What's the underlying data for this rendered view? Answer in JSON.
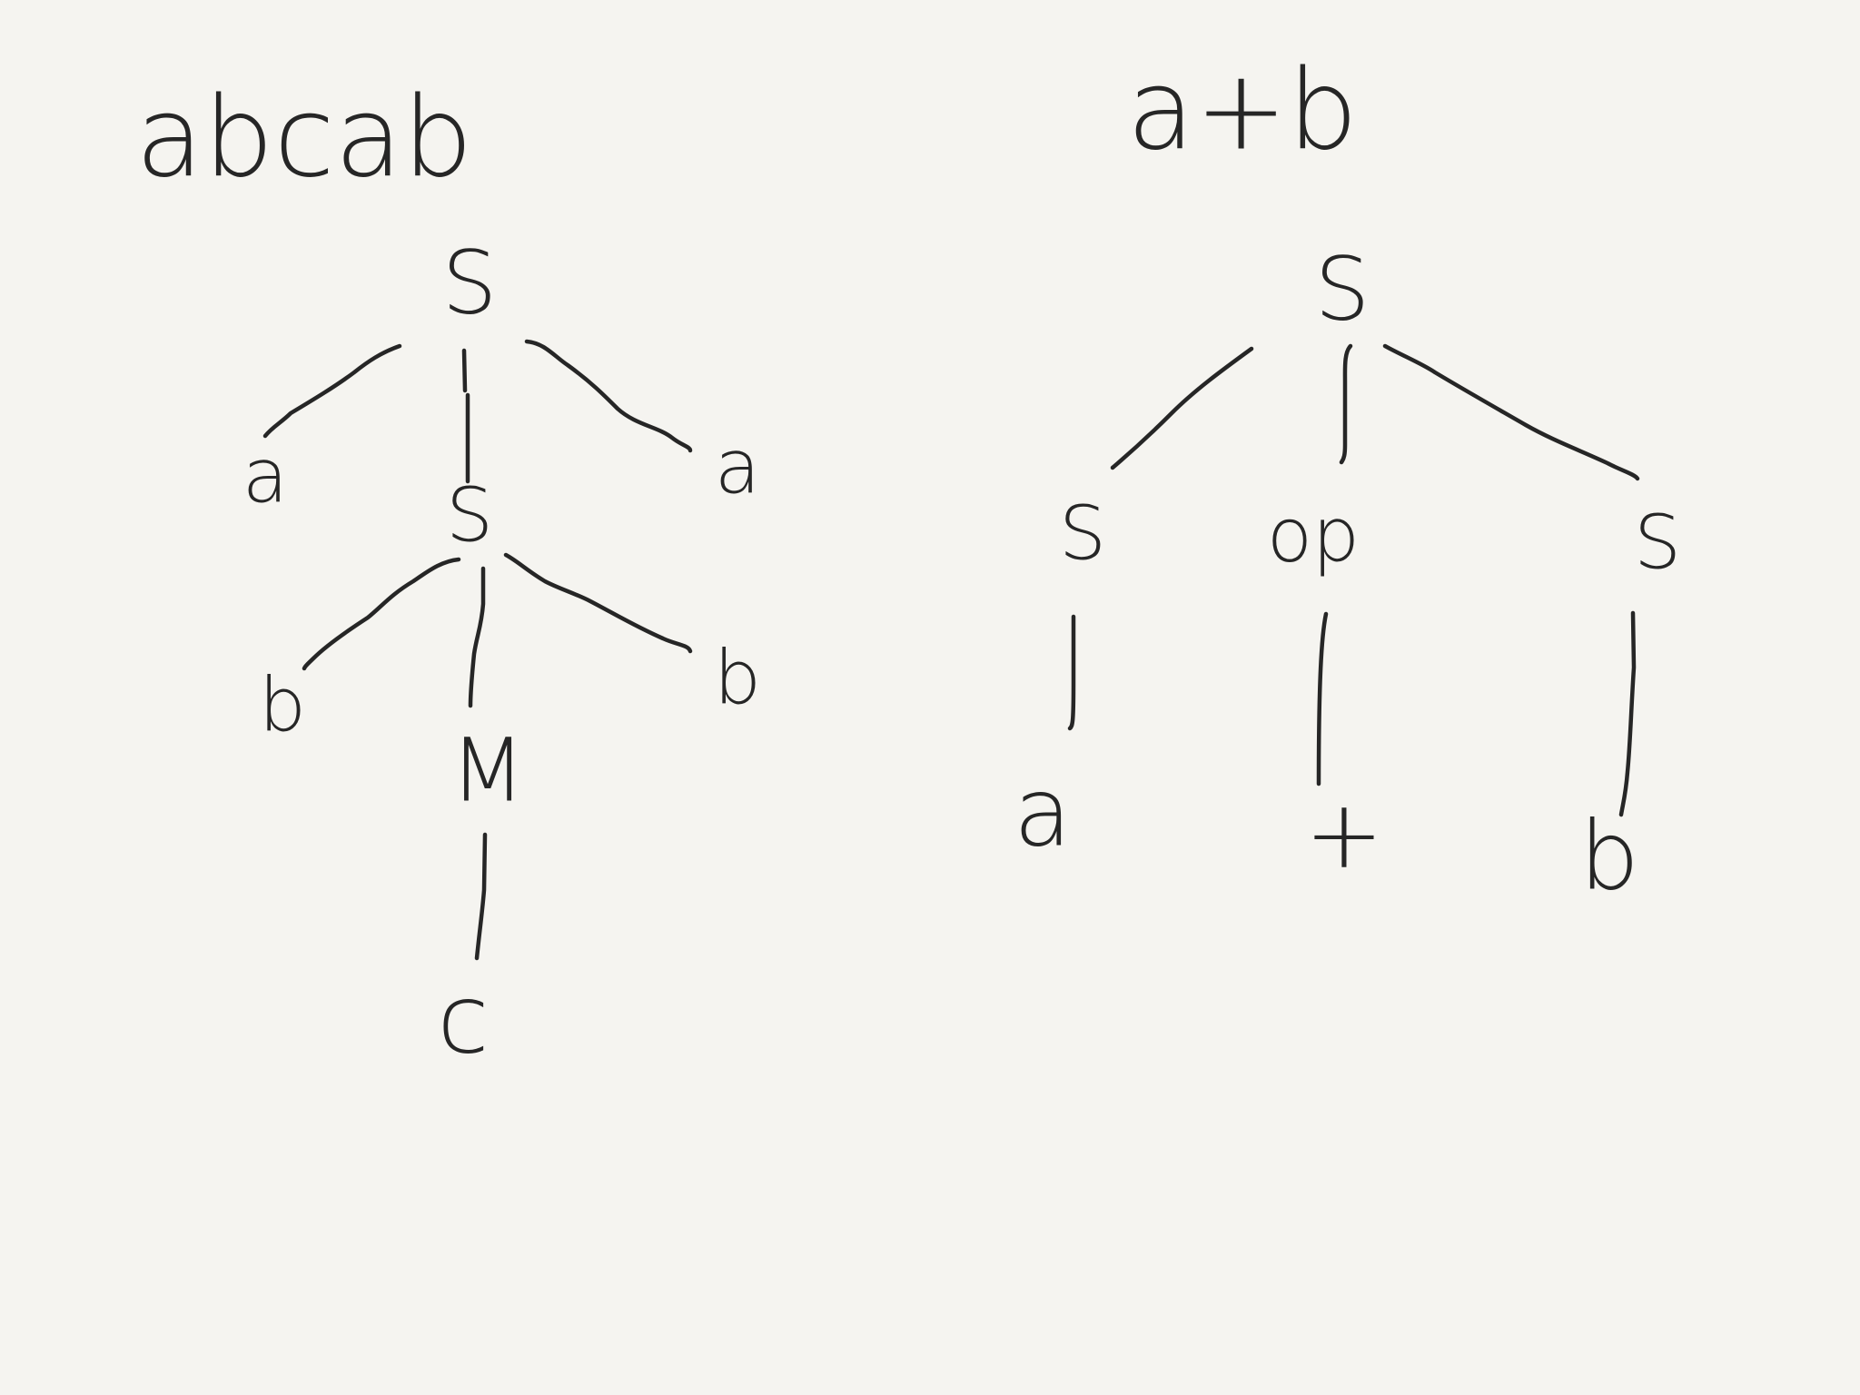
{
  "trees": [
    {
      "id": "left",
      "caption": "abcab",
      "nodes": {
        "root": {
          "label": "S"
        },
        "a1": {
          "label": "a"
        },
        "s2": {
          "label": "S"
        },
        "a2": {
          "label": "a"
        },
        "b1": {
          "label": "b"
        },
        "m": {
          "label": "M"
        },
        "b2": {
          "label": "b"
        },
        "c": {
          "label": "c"
        }
      },
      "edges": [
        [
          "root",
          "a1"
        ],
        [
          "root",
          "s2"
        ],
        [
          "root",
          "a2"
        ],
        [
          "s2",
          "b1"
        ],
        [
          "s2",
          "m"
        ],
        [
          "s2",
          "b2"
        ],
        [
          "m",
          "c"
        ]
      ]
    },
    {
      "id": "right",
      "caption": "a+b",
      "nodes": {
        "root": {
          "label": "S"
        },
        "sL": {
          "label": "S"
        },
        "op": {
          "label": "op"
        },
        "sR": {
          "label": "S"
        },
        "a": {
          "label": "a"
        },
        "plus": {
          "label": "+"
        },
        "b": {
          "label": "b"
        }
      },
      "edges": [
        [
          "root",
          "sL"
        ],
        [
          "root",
          "op"
        ],
        [
          "root",
          "sR"
        ],
        [
          "sL",
          "a"
        ],
        [
          "op",
          "plus"
        ],
        [
          "sR",
          "b"
        ]
      ]
    }
  ],
  "colors": {
    "ink": "#262626",
    "paper": "#f5f4f0"
  }
}
